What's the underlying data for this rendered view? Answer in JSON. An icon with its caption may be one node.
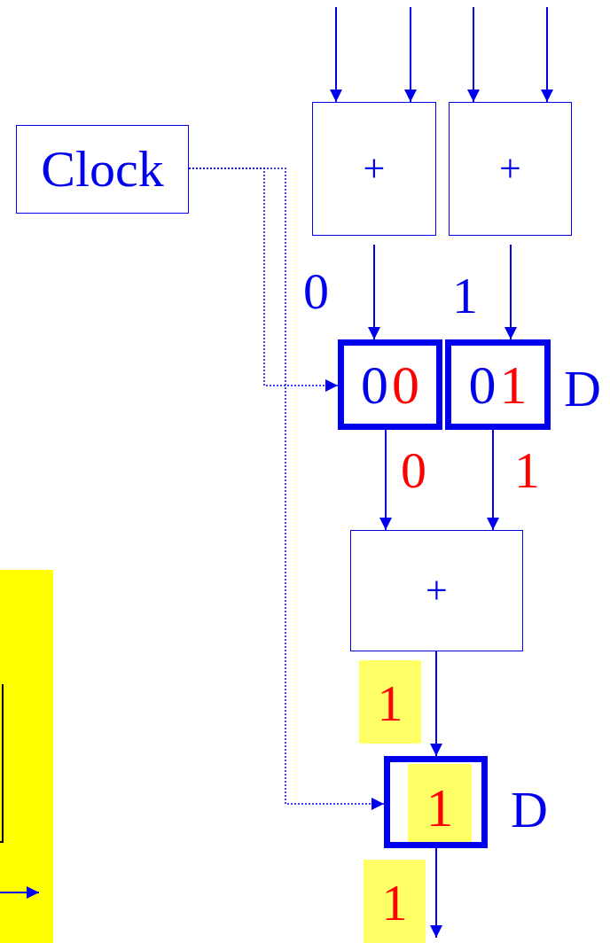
{
  "diagram": {
    "nodes": [
      {
        "text": [
          "Clock"
        ]
      },
      {
        "text": [
          "+"
        ]
      },
      {
        "text": [
          "+"
        ]
      },
      {
        "text": [
          "0",
          "0"
        ]
      },
      {
        "text": [
          "0",
          "1"
        ],
        "beside": [
          "D"
        ]
      },
      {
        "text": [
          "+"
        ]
      },
      {
        "text": [
          "1"
        ],
        "beside": [
          "D"
        ]
      }
    ],
    "edges": [
      {
        "from": null,
        "to": 1,
        "arrow": "to"
      },
      {
        "from": null,
        "to": 1,
        "arrow": "to"
      },
      {
        "from": null,
        "to": 2,
        "arrow": "to"
      },
      {
        "from": null,
        "to": 2,
        "arrow": "to"
      },
      {
        "from": 0,
        "to": 3,
        "arrow": "to",
        "style": "dashed"
      },
      {
        "from": 0,
        "to": 6,
        "arrow": "to",
        "style": "dashed"
      },
      {
        "from": 1,
        "to": 3,
        "arrow": "to",
        "label": "0"
      },
      {
        "from": 2,
        "to": 4,
        "arrow": "to",
        "label": "1"
      },
      {
        "from": 3,
        "to": 5,
        "arrow": "to",
        "label": "0"
      },
      {
        "from": 4,
        "to": 5,
        "arrow": "to",
        "label": "1"
      },
      {
        "from": 5,
        "to": 6,
        "arrow": "to",
        "label": "1"
      },
      {
        "from": 6,
        "to": null,
        "arrow": "to",
        "label": "1"
      }
    ]
  }
}
